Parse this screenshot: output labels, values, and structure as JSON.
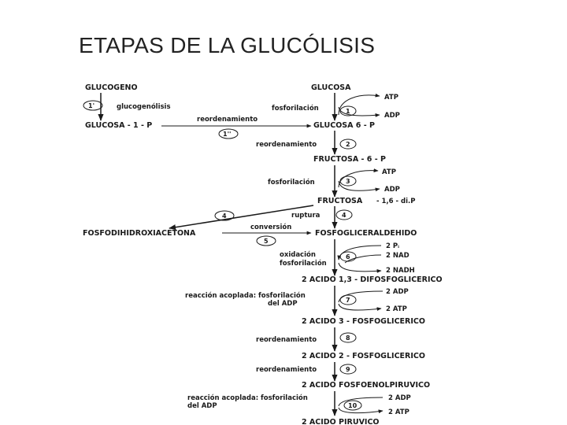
{
  "title": "ETAPAS DE LA GLUCÓLISIS",
  "diagram": {
    "compounds": {
      "glucogeno": "GLUCOGENO",
      "glucosa": "GLUCOSA",
      "glucosa1p": "GLUCOSA - 1 - P",
      "glucosa6p": "GLUCOSA 6 - P",
      "fructosa6p": "FRUCTOSA - 6 - P",
      "fructosa16dp_a": "FRUCTOSA",
      "fructosa16dp_b": "- 1,6 - di.P",
      "dihidroxiacetona": "FOSFODIHIDROXIACETONA",
      "gliceraldehido": "FOSFOGLICERALDEHIDO",
      "difosfoglicerico": "2 ACIDO 1,3 - DIFOSFOGLICERICO",
      "fosfoglicerico3": "2 ACIDO 3 - FOSFOGLICERICO",
      "fosfoglicerico2": "2 ACIDO 2 - FOSFOGLICERICO",
      "fosfoenolpiruvico": "2 ACIDO FOSFOENOLPIRUVICO",
      "piruvico": "2 ACIDO PIRUVICO"
    },
    "processes": {
      "glucogenolisis": "glucogenólisis",
      "reordenamiento_top": "reordenamiento",
      "fosforilacion1": "fosforilación",
      "reordenamiento2": "reordenamiento",
      "fosforilacion3": "fosforilación",
      "ruptura": "ruptura",
      "conversion": "conversión",
      "oxidacion": "oxidación",
      "fosforilacion6": "fosforilación",
      "reaccion7_a": "reacción acoplada: fosforilación",
      "reaccion7_b": "del ADP",
      "reordenamiento8": "reordenamiento",
      "reordenamiento9": "reordenamiento",
      "reaccion10_a": "reacción acoplada: fosforilación",
      "reaccion10_b": "del ADP"
    },
    "cofactors": {
      "atp1": "ATP",
      "adp1": "ADP",
      "atp3": "ATP",
      "adp3": "ADP",
      "pi6": "2 Pᵢ",
      "nad6": "2 NAD",
      "nadh6": "2 NADH",
      "adp7": "2 ADP",
      "atp7": "2 ATP",
      "adp10": "2 ADP",
      "atp10": "2 ATP"
    },
    "steps": [
      "1'",
      "1''",
      "1",
      "2",
      "3",
      "4",
      "4",
      "5",
      "6",
      "7",
      "8",
      "9",
      "10"
    ]
  }
}
